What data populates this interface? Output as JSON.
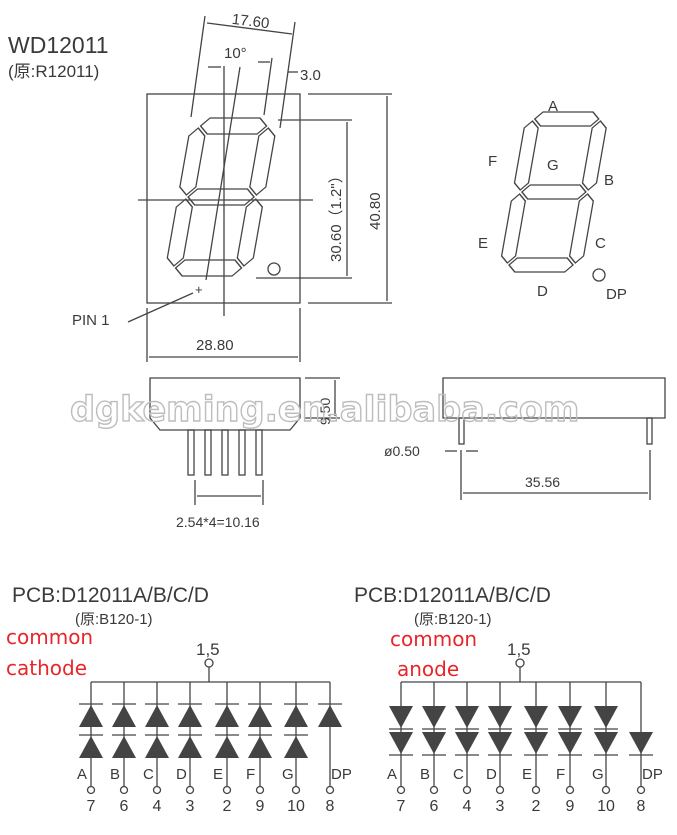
{
  "header": {
    "model": "WD12011",
    "original": "(原:R12011)"
  },
  "front_view": {
    "dim_digit_width": "17.60",
    "dim_slant": "10°",
    "dim_segment": "3.0",
    "dim_digit_height": "30.60（1.2\"）",
    "dim_height": "40.80",
    "dim_width": "28.80",
    "pin1_label": "PIN 1",
    "pin1_mark": "+"
  },
  "segment_map": {
    "labels": [
      "A",
      "B",
      "C",
      "D",
      "E",
      "F",
      "G",
      "DP"
    ]
  },
  "side_view": {
    "dim_thickness": "9.50",
    "dim_pitch": "2.54*4=10.16",
    "dim_pin_dia": "ø0.50",
    "dim_length": "35.56"
  },
  "watermark": "dgkeming.en.alibaba.com",
  "circuits": [
    {
      "pcb": "PCB:D12011A/B/C/D",
      "original": "(原:B120-1)",
      "type_line1": "common",
      "type_line2": "cathode",
      "common_pin": "1,5",
      "polarity": "cathode",
      "segments": [
        "A",
        "B",
        "C",
        "D",
        "E",
        "F",
        "G",
        "DP"
      ],
      "pins": [
        "7",
        "6",
        "4",
        "3",
        "2",
        "9",
        "10",
        "8"
      ]
    },
    {
      "pcb": "PCB:D12011A/B/C/D",
      "original": "(原:B120-1)",
      "type_line1": "common",
      "type_line2": "anode",
      "common_pin": "1,5",
      "polarity": "anode",
      "segments": [
        "A",
        "B",
        "C",
        "D",
        "E",
        "F",
        "G",
        "DP"
      ],
      "pins": [
        "7",
        "6",
        "4",
        "3",
        "2",
        "9",
        "10",
        "8"
      ]
    }
  ],
  "colors": {
    "line": "#444444",
    "annotation": "#e8262a"
  }
}
